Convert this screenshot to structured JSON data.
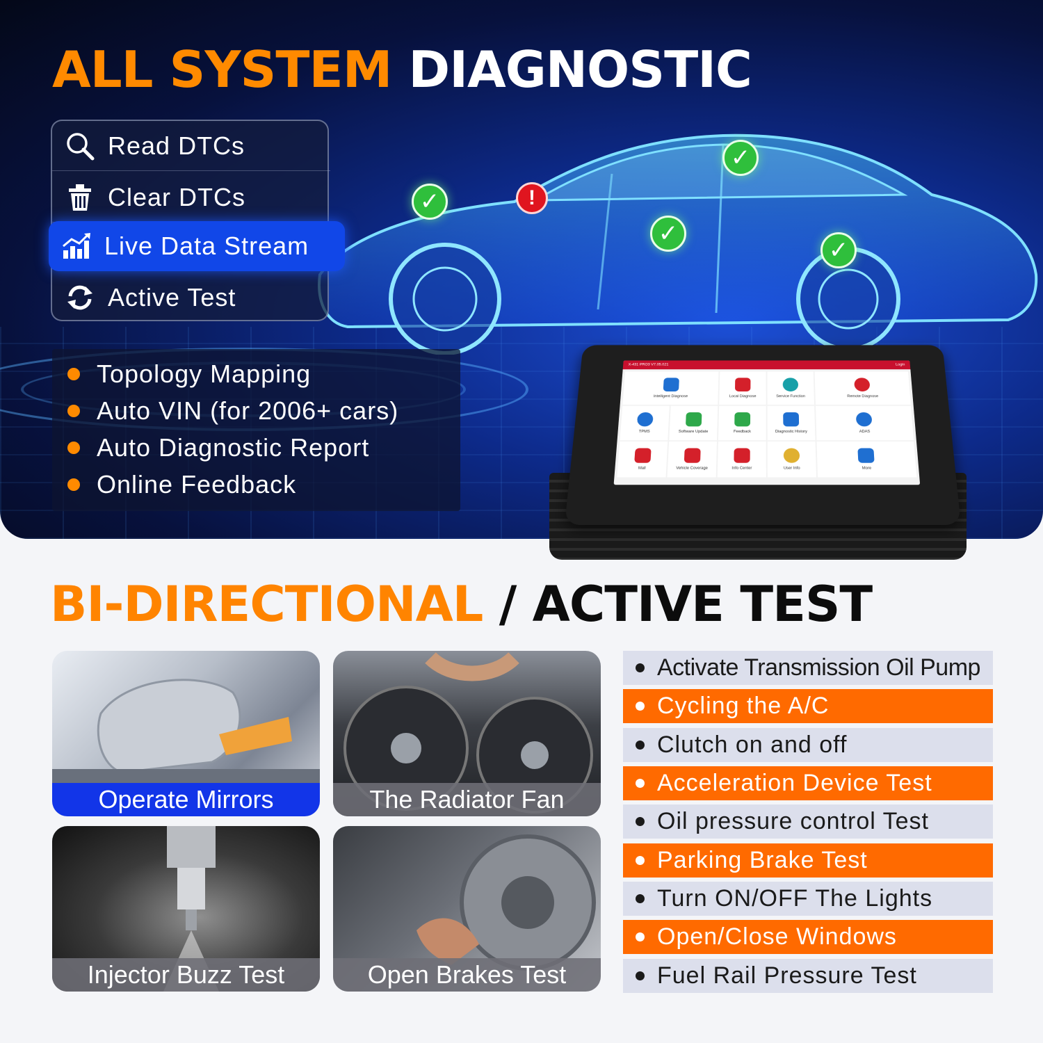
{
  "header": {
    "title_orange": "ALL SYSTEM",
    "title_white": "DIAGNOSTIC"
  },
  "menu": {
    "items": [
      {
        "label": "Read DTCs",
        "icon": "search-icon"
      },
      {
        "label": "Clear DTCs",
        "icon": "trash-icon"
      },
      {
        "label": "Live Data Stream",
        "icon": "chart-icon",
        "active": true
      },
      {
        "label": "Active Test",
        "icon": "refresh-icon"
      }
    ]
  },
  "features": [
    "Topology Mapping",
    "Auto VIN (for 2006+ cars)",
    "Auto Diagnostic Report",
    "Online Feedback"
  ],
  "tablet": {
    "title": "X-431 PRO3 V7.05.021",
    "login": "Login",
    "apps": [
      "Intelligent Diagnose",
      "Local Diagnose",
      "Service Function",
      "Remote Diagnose",
      "TPMS",
      "Software Update",
      "Feedback",
      "Diagnostic History",
      "ADAS",
      "Mall",
      "Vehicle Coverage",
      "Info Center",
      "User Info",
      "More"
    ]
  },
  "section2": {
    "title_orange": "BI-DIRECTIONAL",
    "title_black": "/ ACTIVE TEST"
  },
  "photos": [
    {
      "caption": "Operate Mirrors"
    },
    {
      "caption": "The Radiator Fan"
    },
    {
      "caption": "Injector Buzz Test"
    },
    {
      "caption": "Open Brakes Test"
    }
  ],
  "tests": [
    "Activate Transmission Oil Pump",
    "Cycling the A/C",
    "Clutch on and off",
    "Acceleration Device Test",
    "Oil pressure control Test",
    "Parking Brake Test",
    "Turn ON/OFF The Lights",
    "Open/Close Windows",
    "Fuel Rail Pressure Test"
  ],
  "colors": {
    "accent_orange": "#ff8a00",
    "active_blue": "#1147e8",
    "check_green": "#2fbf3c",
    "alert_red": "#e0151f"
  }
}
